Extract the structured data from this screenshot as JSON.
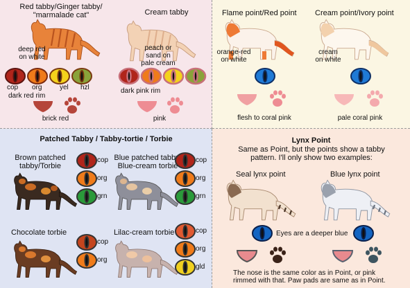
{
  "panel1": {
    "red_tabby_title": "Red tabby/Ginger tabby/\n\"marmalade cat\"",
    "cream_tabby_title": "Cream tabby",
    "red_fur_label": "deep red\non white",
    "cream_fur_label": "peach or\nsand on\npale cream",
    "eye_labels": [
      "cop",
      "org",
      "yel",
      "hzl"
    ],
    "rim_red": "dark red rim",
    "rim_pink": "dark pink rim",
    "nose_red": "brick red",
    "nose_pink": "pink",
    "colors": {
      "red_fur": "#e8833a",
      "cream_fur": "#f0c8a6",
      "brick": "#b5453a",
      "pink": "#ee8c93"
    }
  },
  "panel2": {
    "flame_title": "Flame point/Red point",
    "cream_point_title": "Cream point/Ivory point",
    "flame_label": "orange-red\non white",
    "cream_label": "cream\non white",
    "flame_nose": "flesh to coral pink",
    "cream_nose": "pale coral pink"
  },
  "panel3": {
    "title": "Patched Tabby / Tabby-tortie / Torbie",
    "brown_title": "Brown patched\ntabby/Torbie",
    "blue_title": "Blue patched tabby/\nBlue-cream torbie",
    "choc_title": "Chocolate torbie",
    "lilac_title": "Lilac-cream torbie",
    "eyes_three": [
      "cop",
      "org",
      "grn"
    ],
    "eyes_two": [
      "cop",
      "org"
    ],
    "eyes_lilac": [
      "cop",
      "org",
      "gld"
    ]
  },
  "panel4": {
    "title": "Lynx Point",
    "desc": "Same as Point, but the points show a tabby\npattern. I'll only show two examples:",
    "seal_title": "Seal lynx point",
    "blue_title": "Blue lynx point",
    "eye_note": "Eyes are a deeper blue",
    "nose_note": "The nose is the same color as in Point, or pink\nrimmed with that. Paw pads are same as in Point."
  }
}
